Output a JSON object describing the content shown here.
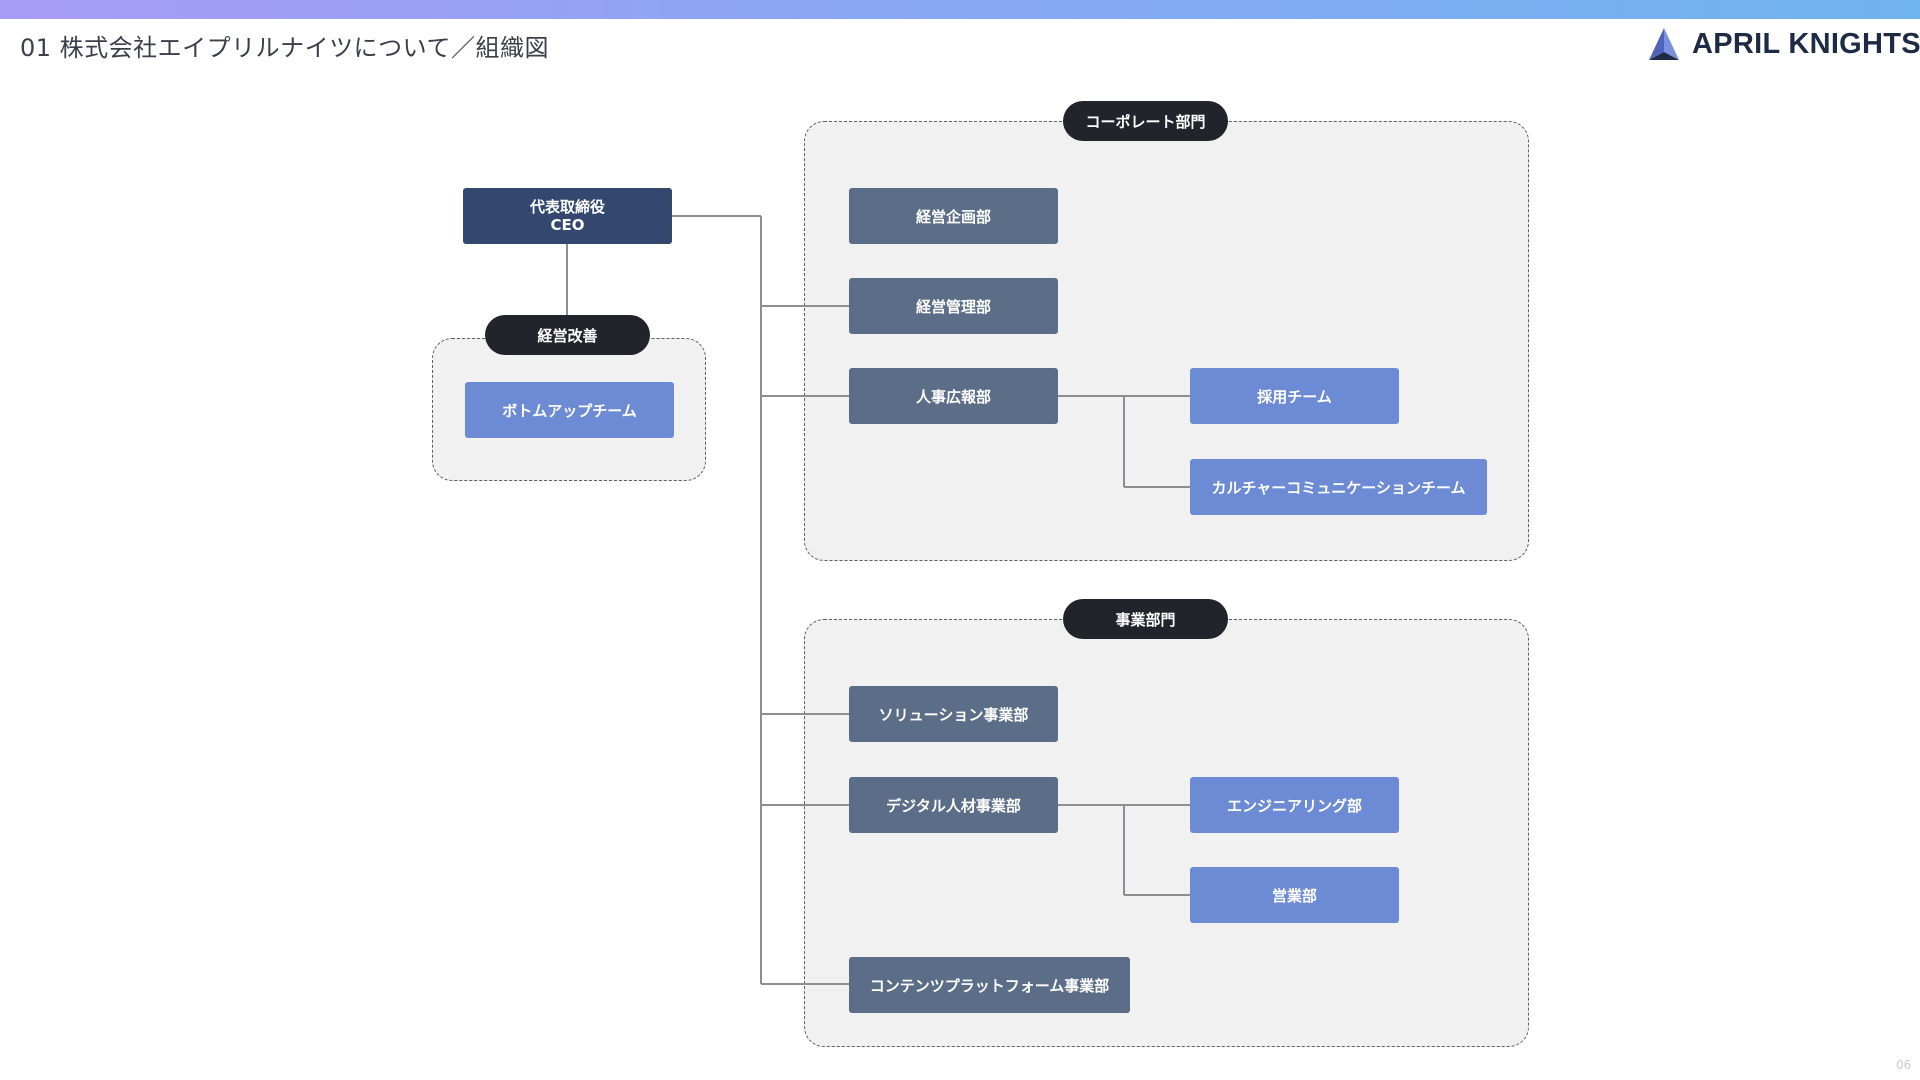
{
  "header": {
    "title": "01 株式会社エイプリルナイツについて／組織図",
    "logo_text": "APRIL KNIGHTS"
  },
  "footer": {
    "page_number": "06"
  },
  "colors": {
    "accent_gradient": [
      "#a99cf6",
      "#6fb3f0"
    ],
    "ceo_box": "#33476f",
    "department_box": "#5b6d87",
    "team_box": "#6d8bd4",
    "group_label": "#23242b",
    "group_background": "#f1f1f2"
  },
  "org": {
    "ceo": {
      "title": "代表取締役",
      "subtitle": "CEO"
    },
    "improvement": {
      "label": "経営改善",
      "teams": [
        "ボトムアップチーム"
      ]
    },
    "corporate": {
      "label": "コーポレート部門",
      "departments": [
        {
          "name": "経営企画部",
          "teams": []
        },
        {
          "name": "経営管理部",
          "teams": []
        },
        {
          "name": "人事広報部",
          "teams": [
            "採用チーム",
            "カルチャーコミュニケーションチーム"
          ]
        }
      ]
    },
    "business": {
      "label": "事業部門",
      "departments": [
        {
          "name": "ソリューション事業部",
          "teams": []
        },
        {
          "name": "デジタル人材事業部",
          "teams": [
            "エンジニアリング部",
            "営業部"
          ]
        },
        {
          "name": "コンテンツプラットフォーム事業部",
          "teams": []
        }
      ]
    }
  }
}
